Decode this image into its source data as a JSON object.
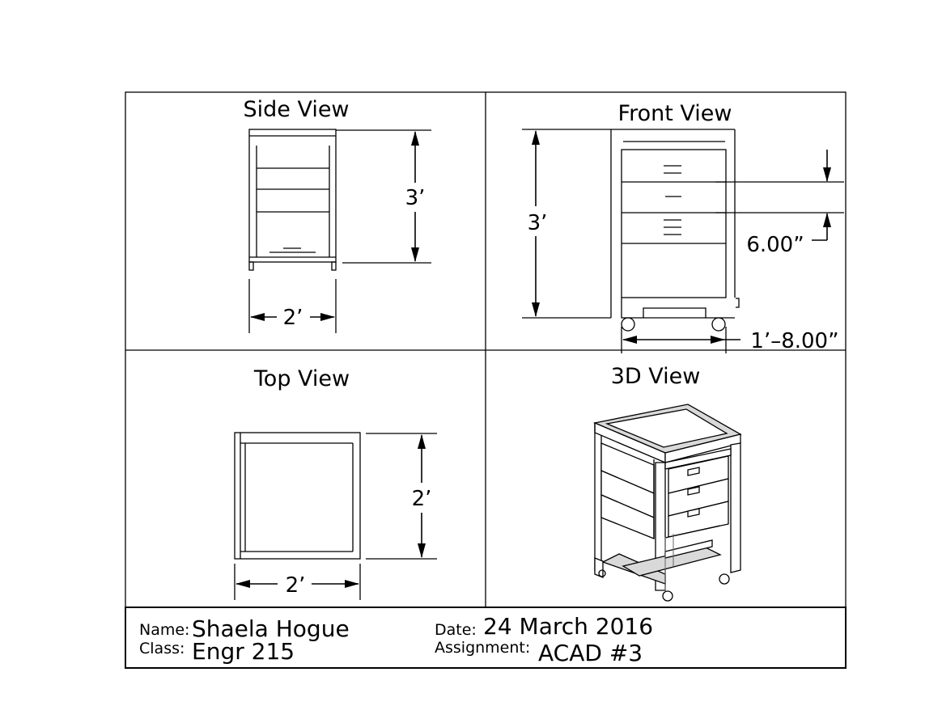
{
  "views": {
    "side": {
      "title": "Side View",
      "height_dim": "3’",
      "width_dim": "2’"
    },
    "front": {
      "title": "Front View",
      "height_dim": "3’",
      "drawer_dim": "6.00”",
      "width_dim": "1’–8.00”"
    },
    "top": {
      "title": "Top View",
      "depth_dim": "2’",
      "width_dim": "2’"
    },
    "iso": {
      "title": "3D View"
    }
  },
  "title_block": {
    "name_label": "Name:",
    "name_value": "Shaela Hogue",
    "class_label": "Class:",
    "class_value": "Engr 215",
    "date_label": "Date:",
    "date_value": "24 March 2016",
    "assignment_label": "Assignment:",
    "assignment_value": "ACAD #3"
  }
}
